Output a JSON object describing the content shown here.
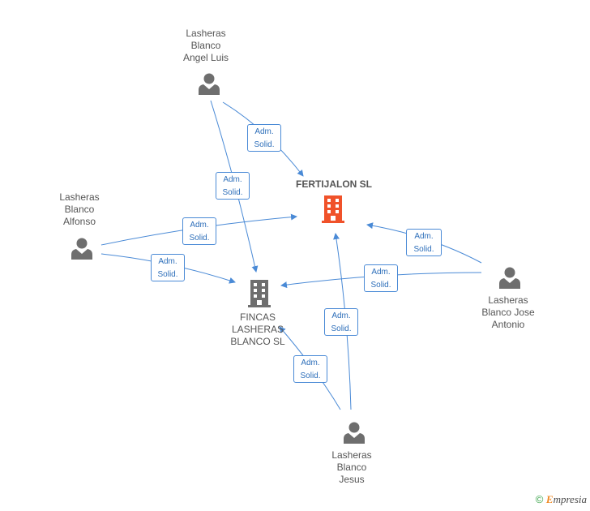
{
  "nodes": {
    "angel_luis": {
      "label": "Lasheras\nBlanco\nAngel Luis"
    },
    "alfonso": {
      "label": "Lasheras\nBlanco\nAlfonso"
    },
    "jose_antonio": {
      "label": "Lasheras\nBlanco Jose\nAntonio"
    },
    "jesus": {
      "label": "Lasheras\nBlanco\nJesus"
    },
    "fertijalon": {
      "label": "FERTIJALON SL",
      "color": "#f0522a"
    },
    "fincas": {
      "label": "FINCAS\nLASHERAS\nBLANCO SL",
      "color": "#6e6e6e"
    }
  },
  "relations": [
    {
      "line1": "Adm.",
      "line2": "Solid."
    },
    {
      "line1": "Adm.",
      "line2": "Solid."
    },
    {
      "line1": "Adm.",
      "line2": "Solid."
    },
    {
      "line1": "Adm.",
      "line2": "Solid."
    },
    {
      "line1": "Adm.",
      "line2": "Solid."
    },
    {
      "line1": "Adm.",
      "line2": "Solid."
    },
    {
      "line1": "Adm.",
      "line2": "Solid."
    },
    {
      "line1": "Adm.",
      "line2": "Solid."
    }
  ],
  "colors": {
    "edge": "#4a8ad6",
    "person": "#6e6e6e"
  },
  "footer": {
    "copyright": "©",
    "brand_initial": "E",
    "brand_rest": "mpresia"
  }
}
